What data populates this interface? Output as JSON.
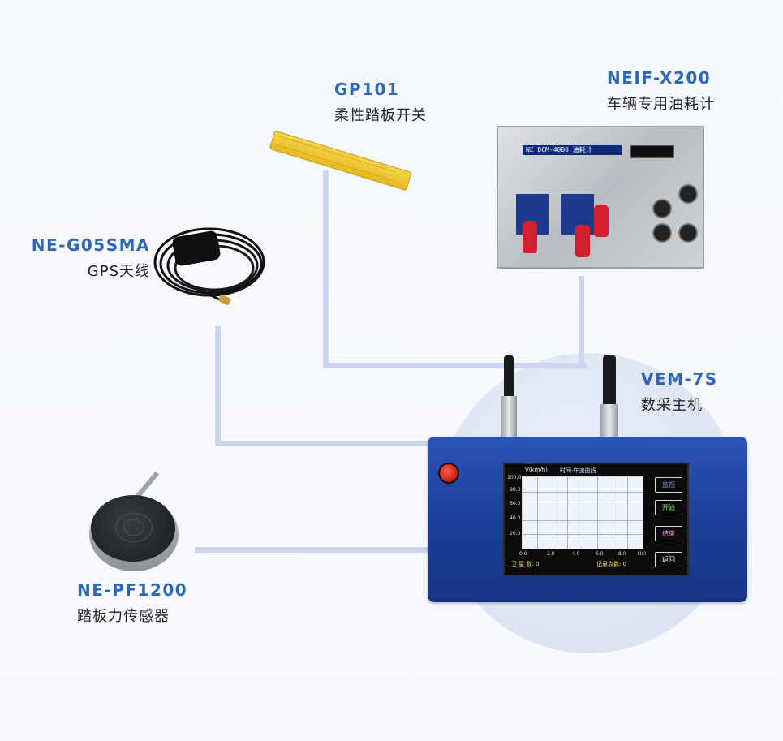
{
  "devices": {
    "pedal_switch": {
      "code": "GP101",
      "name": "柔性踏板开关"
    },
    "fuel_meter": {
      "code": "NEIF-X200",
      "name": "车辆专用油耗计",
      "logo_text": "NE DCM-4000 油耗计"
    },
    "gps": {
      "code": "NE-G05SMA",
      "name": "GPS天线"
    },
    "host": {
      "code": "VEM-7S",
      "name": "数采主机"
    },
    "force_sensor": {
      "code": "NE-PF1200",
      "name": "踏板力传感器"
    }
  },
  "screen": {
    "unit_label": "V(km/h)",
    "chart_title": "时间-车速曲线",
    "y_ticks": [
      "100.0",
      "80.0",
      "60.0",
      "40.0",
      "20.0"
    ],
    "x_ticks": [
      "0.0",
      "2.0",
      "4.0",
      "6.0",
      "8.0",
      "t(s)"
    ],
    "satellites": "卫 星 数: 0",
    "records": "记录点数: 0",
    "buttons": [
      "监视",
      "开始",
      "结束",
      "返回"
    ],
    "button_colors": [
      "#6fa8ff",
      "#7ee26b",
      "#ff8ad8",
      "#ffffff"
    ]
  },
  "colors": {
    "accent": "#2f66b7",
    "wire": "#cdd6ef",
    "host_body": "#1f45a3"
  }
}
